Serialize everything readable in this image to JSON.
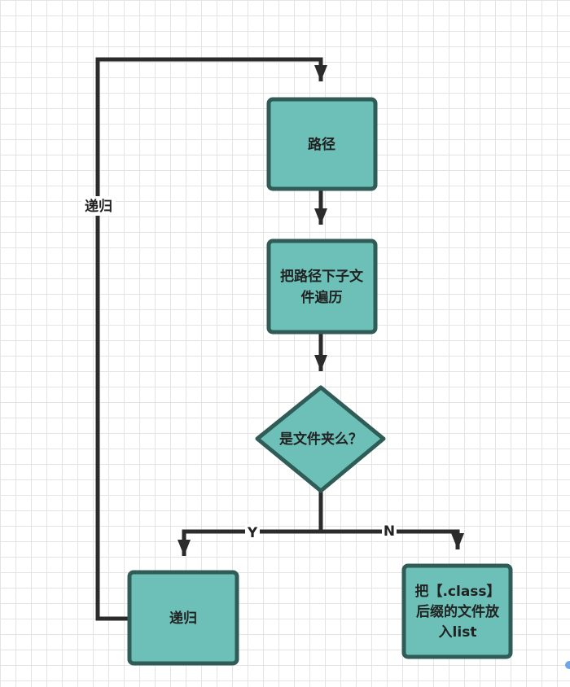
{
  "nodes": {
    "path": {
      "label": "路径"
    },
    "traverse": {
      "lines": [
        "把路径下子文",
        "件遍历"
      ]
    },
    "is_folder": {
      "label": "是文件夹么？"
    },
    "recurse": {
      "label": "递归"
    },
    "collect": {
      "lines": [
        "把【.class】",
        "后缀的文件放",
        "入list"
      ]
    }
  },
  "edges": {
    "recurse_loop": {
      "label": "递归"
    },
    "yes_branch": {
      "label": "Y"
    },
    "no_branch": {
      "label": "N"
    }
  },
  "colors": {
    "node_fill": "#6cc0b7",
    "node_stroke": "#2f5c56",
    "edge": "#2b2b2b",
    "grid": "#e4e4e4"
  }
}
